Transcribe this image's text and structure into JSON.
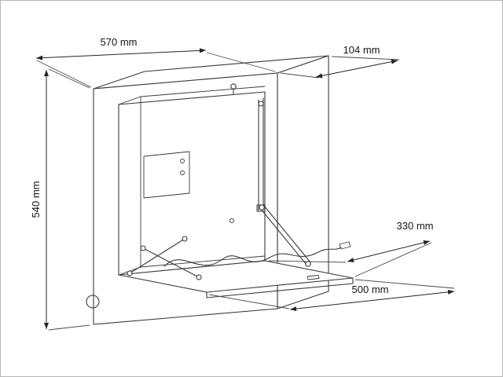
{
  "page": {
    "background": "#ffffff",
    "border_color": "#b6b6b6"
  },
  "drawing": {
    "type": "technical-dimension-diagram",
    "subject": "wall-mounted cabinet with fold-down worktop",
    "line_color": "#3a3a3a",
    "dimension_color": "#242424",
    "dimension_labels": {
      "overall_width": "570 mm",
      "overall_depth": "104 mm",
      "overall_height": "540 mm",
      "worktop_depth": "330 mm",
      "worktop_width": "500 mm"
    }
  }
}
